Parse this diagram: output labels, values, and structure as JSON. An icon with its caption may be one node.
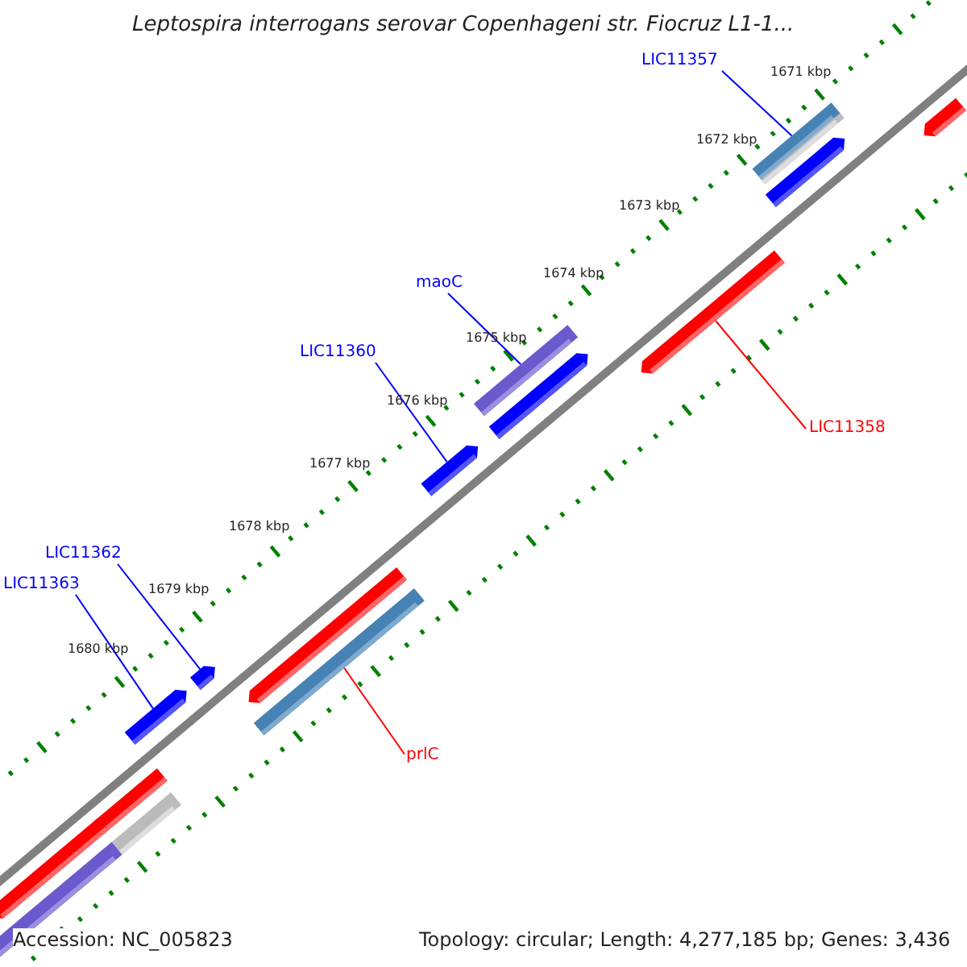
{
  "diagram": {
    "title": "Leptospira interrogans serovar Copenhageni str. Fiocruz L1-1...",
    "nodes": [
      {
        "text": [
          "LIC11357"
        ]
      },
      {
        "text": [],
        "shape": "bar"
      },
      {
        "text": [
          "maoC"
        ]
      },
      {
        "text": [],
        "shape": "bar"
      },
      {
        "text": [
          "LIC11360"
        ]
      },
      {
        "text": [],
        "shape": "bar"
      },
      {
        "text": [
          "LIC11358"
        ]
      },
      {
        "text": [],
        "shape": "bar"
      },
      {
        "text": [
          "LIC11362"
        ]
      },
      {
        "text": [],
        "shape": "bar"
      },
      {
        "text": [
          "LIC11363"
        ]
      },
      {
        "text": [],
        "shape": "bar"
      },
      {
        "text": [
          "prlC"
        ]
      },
      {
        "text": [],
        "shape": "bar"
      }
    ],
    "edges": [
      {
        "from": 0,
        "to": 1,
        "arrow": "none"
      },
      {
        "from": 2,
        "to": 3,
        "arrow": "none"
      },
      {
        "from": 4,
        "to": 5,
        "arrow": "none"
      },
      {
        "from": 6,
        "to": 7,
        "arrow": "none",
        "color": "#ff0000"
      },
      {
        "from": 8,
        "to": 9,
        "arrow": "none"
      },
      {
        "from": 10,
        "to": 11,
        "arrow": "none"
      },
      {
        "from": 12,
        "to": 13,
        "arrow": "none",
        "color": "#ff0000"
      }
    ],
    "labels": [
      "1671 kbp",
      "1672 kbp",
      "1673 kbp",
      "1674 kbp",
      "1675 kbp",
      "1676 kbp",
      "1677 kbp",
      "1678 kbp",
      "1679 kbp",
      "1680 kbp",
      "Accession: NC_005823",
      "Topology: circular; Length: 4,277,185 bp; Genes: 3,436"
    ]
  }
}
